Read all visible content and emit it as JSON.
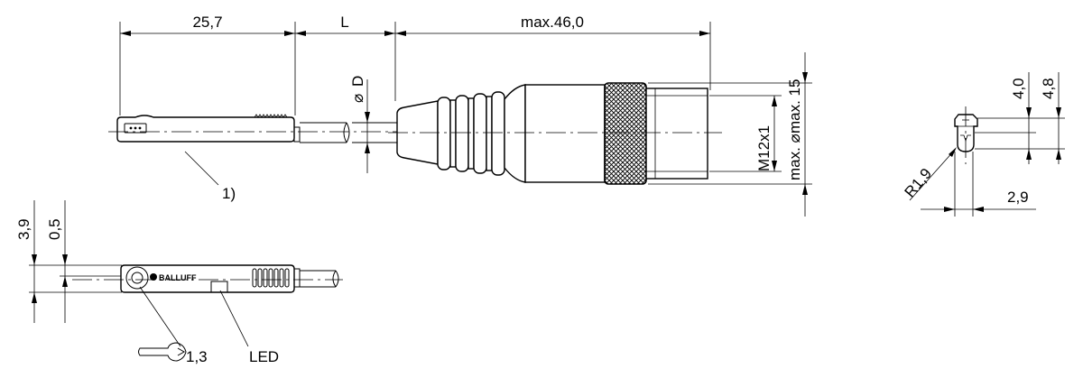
{
  "brand": "BALLUFF",
  "dimensions": {
    "sensor_length": "25,7",
    "cable_length": "L",
    "connector_length": "max.46,0",
    "cable_diameter": "D",
    "thread": "M12x1",
    "connector_diameter": "max. 15",
    "height_small": "4,0",
    "height_large": "4,8",
    "radius": "R1,9",
    "width_profile": "2,9",
    "sensor_height": "3,9",
    "offset": "0,5",
    "screw_size": "1,3"
  },
  "callouts": {
    "note_1": "1)",
    "led": "LED"
  }
}
